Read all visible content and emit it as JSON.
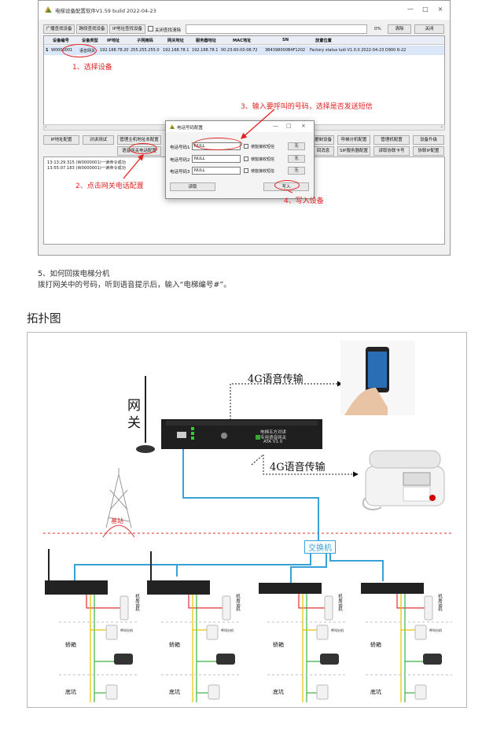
{
  "app": {
    "title": "电梯设备配置软件V1.59 build 2022-04-23",
    "window_controls": [
      "—",
      "□",
      "×"
    ],
    "toolbar": {
      "broadcast_search": "广播查找设备",
      "cross_segment_search": "跨段查找设备",
      "ip_search": "IP地址查找设备",
      "close_search_clear": "关闭查找清除",
      "count": "0%",
      "clear": "清除",
      "close": "关闭"
    },
    "grid": {
      "columns": [
        "设备编号",
        "设备类型",
        "IP地址",
        "子网掩码",
        "网关地址",
        "服务器地址",
        "MAC地址",
        "SN",
        "放置位置"
      ],
      "row": {
        "index": "1",
        "device_no": "W0000001",
        "device_type": "语音网关",
        "ip": "192.168.78.20",
        "mask": "255.255.255.0",
        "gateway": "192.168.78.1",
        "server": "192.168.78.1",
        "mac": "00:23:60:00:08:72",
        "sn": "3B4398000B4F1202",
        "location": "Factory status ludi V1.0.0 2022-04-23 D900 R-22"
      }
    },
    "buttons_row1": [
      "IP地址配置",
      "对讲测试",
      "管理主机地址本配置",
      "",
      "",
      "",
      "",
      "",
      "据制设备",
      "呼梯分机配置",
      "管理机配置",
      "设备升级"
    ],
    "buttons_row2": [
      "语音网关电话配置",
      "回消息",
      "SIP服务器配置",
      "读取协联卡号",
      "协联IP配置"
    ],
    "log": [
      "13:13:29.315 (W0000001)一读命令成功",
      "13:55:07.183 (W0000001)一读命令成功"
    ],
    "dialog": {
      "title": "电话号码配置",
      "rows": [
        {
          "label": "电话号码1",
          "value": "NULL",
          "check": "使能接收短信",
          "btn": "无"
        },
        {
          "label": "电话号码2",
          "value": "NULL",
          "check": "使能接收短信",
          "btn": "无"
        },
        {
          "label": "电话号码3",
          "value": "NULL",
          "check": "使能接收短信",
          "btn": "无"
        }
      ],
      "read": "读取",
      "write": "写入"
    },
    "annotations": {
      "a1": "1、选择设备",
      "a2": "2、点击网关电话配置",
      "a3": "3、输入要呼叫的号码，选择是否发送短信",
      "a4": "4、写入设备"
    }
  },
  "section5": {
    "title": "5、如何回拨电梯分机",
    "body": "拨打网关中的号码，听到语音提示后，输入“电梯编号#”。"
  },
  "topology": {
    "title": "拓扑图",
    "gateway_label_1": "网",
    "gateway_label_2": "关",
    "transfer_1": "4G语音传输",
    "transfer_2": "4G语音传输",
    "base_station": "基站",
    "switch": "交换机",
    "device_text_1": "电梯五方对讲",
    "device_text_2": "专用语音网关",
    "device_text_3": "ATA V1.0",
    "units": [
      {
        "car": "轿箱",
        "pit": "底坑",
        "room_phone": "机房话机",
        "label": "呼叫分机"
      },
      {
        "car": "轿箱",
        "pit": "底坑",
        "room_phone": "机房话机",
        "label": "呼叫分机"
      },
      {
        "car": "轿箱",
        "pit": "底坑",
        "room_phone": "机房话机",
        "label": "呼叫分机"
      },
      {
        "car": "轿箱",
        "pit": "底坑",
        "room_phone": "机房话机",
        "label": "呼叫分机"
      }
    ],
    "colors": {
      "line_blue": "#3aa0d8",
      "line_dashed_red": "#e03030",
      "line_green": "#3cb043",
      "line_yellow": "#e6c200"
    }
  }
}
